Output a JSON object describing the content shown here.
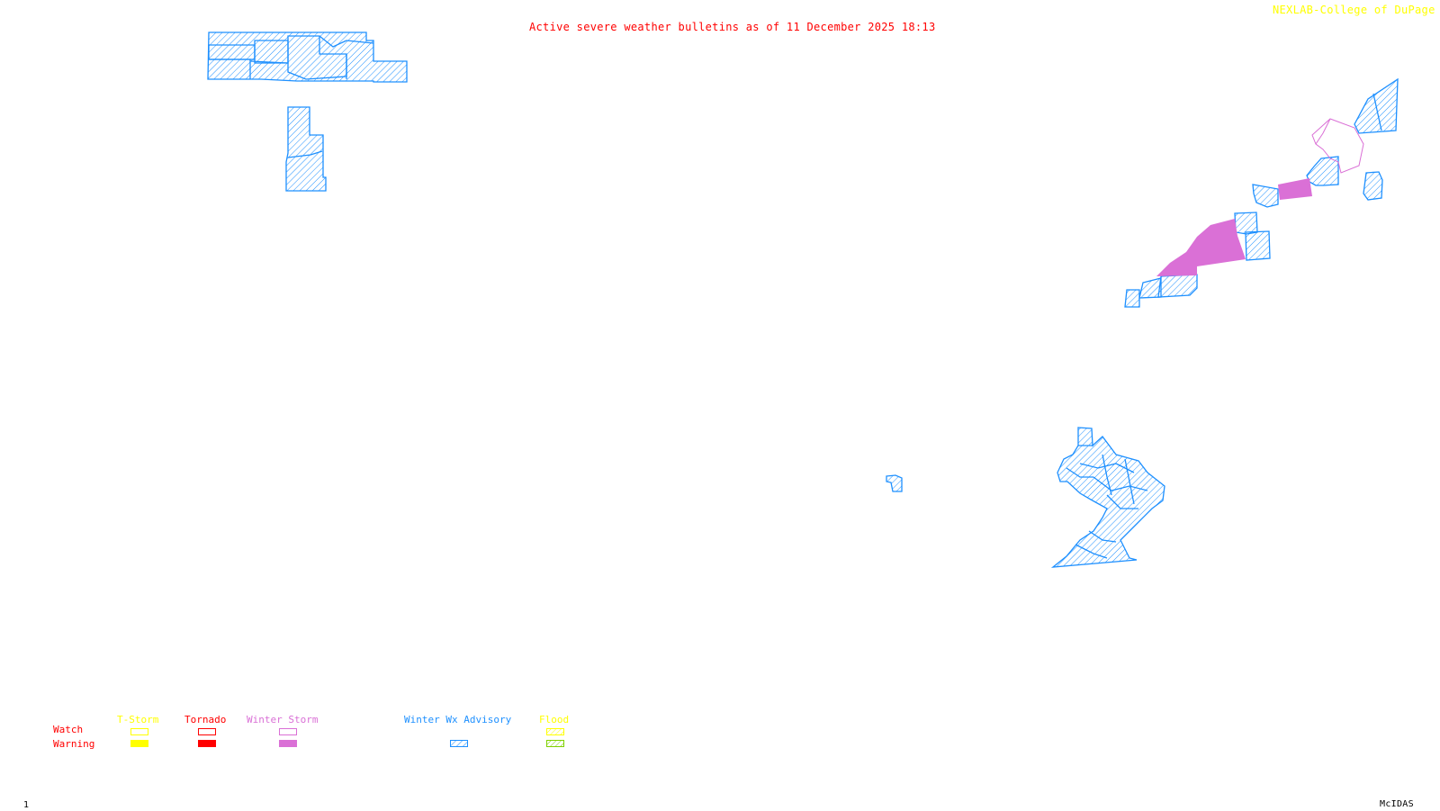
{
  "header": {
    "title": "Active severe weather bulletins as of 11 December 2025 18:13",
    "credit": "NEXLAB-College of DuPage",
    "credit_icon": "arrow-corner-icon"
  },
  "footer": {
    "frame_number": "1",
    "software": "McIDAS"
  },
  "colors": {
    "title": "#ff0000",
    "credit": "#ffff00",
    "tstorm": "#ffff00",
    "tornado": "#ff0000",
    "winter_storm": "#da70d6",
    "winter_wx_advisory": "#1e90ff",
    "flood_watch": "#ffff00",
    "flood_warning": "#7fd000"
  },
  "legend": {
    "row_labels": {
      "watch": "Watch",
      "warning": "Warning"
    },
    "columns": [
      {
        "key": "tstorm",
        "label": "T-Storm",
        "watch_style": "outline",
        "warning_style": "solid"
      },
      {
        "key": "tornado",
        "label": "Tornado",
        "watch_style": "outline",
        "warning_style": "solid"
      },
      {
        "key": "winter_storm",
        "label": "Winter Storm",
        "watch_style": "outline",
        "warning_style": "solid"
      },
      {
        "key": "winter_wx_advisory",
        "label": "Winter Wx Advisory",
        "watch_style": "none",
        "warning_style": "hatched"
      },
      {
        "key": "flood",
        "label": "Flood",
        "watch_style": "hatched",
        "warning_style": "hatched"
      }
    ]
  },
  "map": {
    "alert_regions": [
      {
        "name": "northern-plains-advisory",
        "type": "Winter Wx Advisory"
      },
      {
        "name": "western-advisory-strip",
        "type": "Winter Wx Advisory"
      },
      {
        "name": "northeast-advisory",
        "type": "Winter Wx Advisory"
      },
      {
        "name": "northeast-winter-storm-warning",
        "type": "Winter Storm Warning"
      },
      {
        "name": "northeast-winter-storm-watch",
        "type": "Winter Storm Watch"
      },
      {
        "name": "southeast-advisory-cluster",
        "type": "Winter Wx Advisory"
      },
      {
        "name": "small-advisory-area",
        "type": "Winter Wx Advisory"
      }
    ]
  }
}
